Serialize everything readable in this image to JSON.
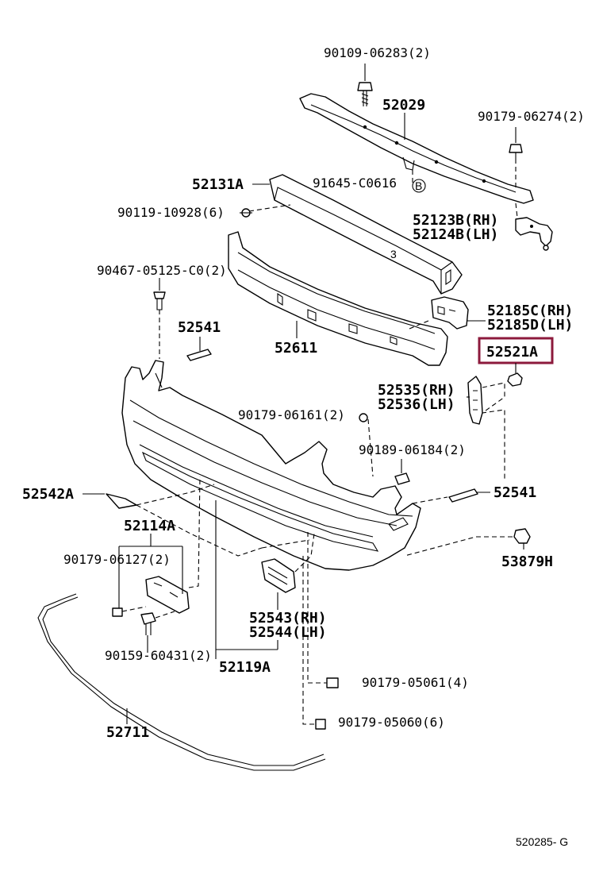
{
  "labels": {
    "p_90109_06283": "90109-06283(2)",
    "p_52029": "52029",
    "p_90179_06274": "90179-06274(2)",
    "p_52131A": "52131A",
    "p_91645_C0616": "91645-C0616",
    "p_B_marker": "B",
    "p_90119_10928": "90119-10928(6)",
    "p_52123B": "52123B(RH)",
    "p_52124B": "52124B(LH)",
    "p_90467_05125": "90467-05125-C0(2)",
    "p_52185C": "52185C(RH)",
    "p_52185D": "52185D(LH)",
    "p_52541_top": "52541",
    "p_52611": "52611",
    "p_52521A": "52521A",
    "p_52535": "52535(RH)",
    "p_52536": "52536(LH)",
    "p_90179_06161": "90179-06161(2)",
    "p_90189_06184": "90189-06184(2)",
    "p_52542A": "52542A",
    "p_52541_right": "52541",
    "p_52114A": "52114A",
    "p_90179_06127": "90179-06127(2)",
    "p_53879H": "53879H",
    "p_52543": "52543(RH)",
    "p_52544": "52544(LH)",
    "p_90159_60431": "90159-60431(2)",
    "p_52119A": "52119A",
    "p_90179_05061": "90179-05061(4)",
    "p_90179_05060": "90179-05060(6)",
    "p_52711": "52711",
    "p_diagram_code": "520285- G"
  },
  "colors": {
    "highlight": "#8c1a3c",
    "line": "#000000",
    "background": "#ffffff"
  }
}
